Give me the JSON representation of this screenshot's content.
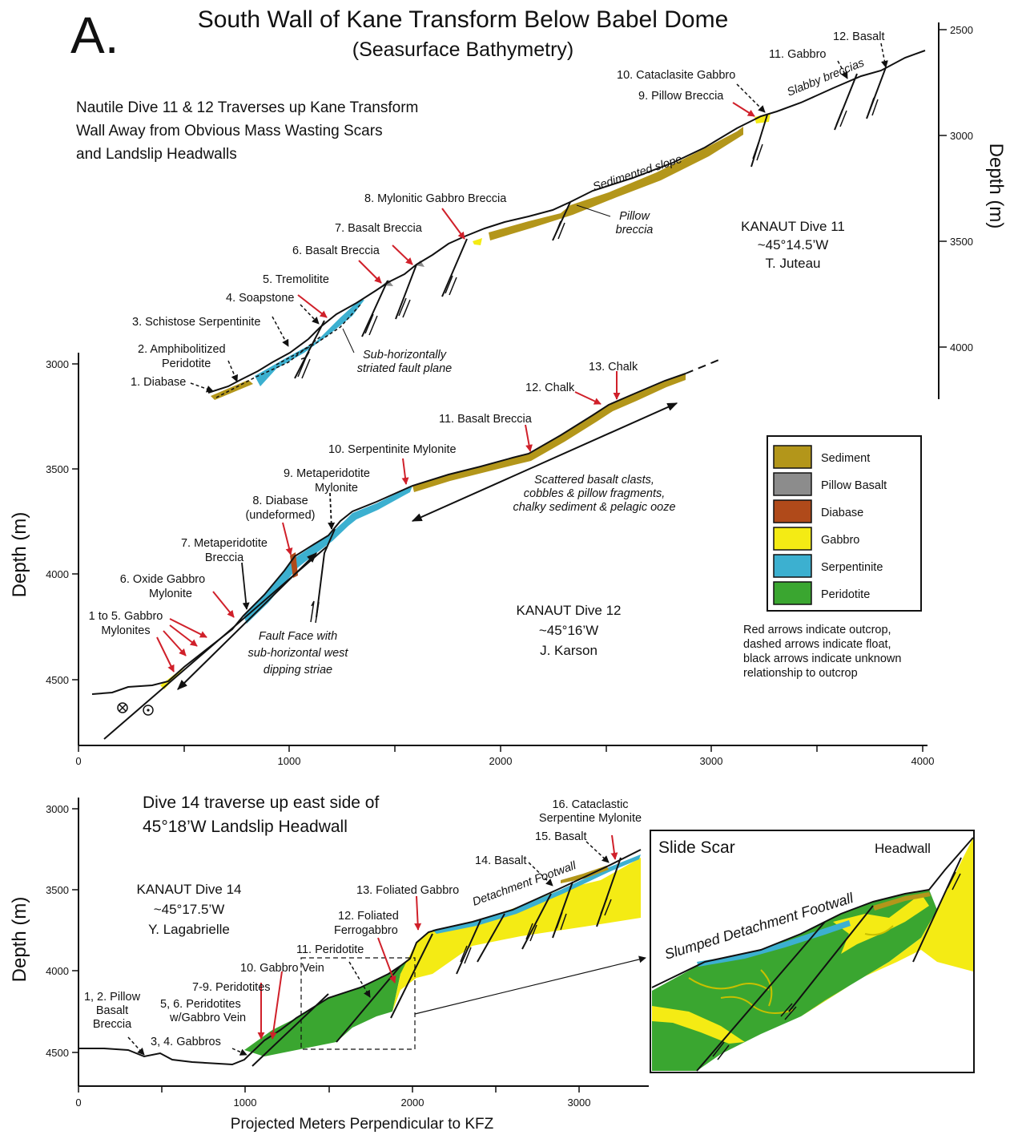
{
  "panel_letter": "A.",
  "title": "South Wall of Kane Transform Below Babel Dome",
  "subtitle": "(Seasurface Bathymetry)",
  "colors": {
    "sediment": "#b3961a",
    "pillow_basalt": "#8c8c8c",
    "diabase": "#b04a1a",
    "gabbro": "#f4eb14",
    "serpentinite": "#3cb0d0",
    "peridotite": "#3aa630",
    "red_arrow": "#d0202a"
  },
  "icons": [
    "arrow-outcrop-icon",
    "arrow-float-icon",
    "arrow-unknown-icon",
    "fault-slip-arrows-icon",
    "into-page-symbol",
    "out-of-page-symbol"
  ],
  "top_axis": {
    "label": "Depth (m)",
    "ticks": [
      "2500",
      "3000",
      "3500",
      "4000"
    ]
  },
  "dive11": {
    "intro_lines": [
      "Nautile Dive 11 & 12 Traverses up Kane Transform",
      "Wall Away from Obvious Mass Wasting Scars",
      "and Landslip Headwalls"
    ],
    "info_lines": [
      "KANAUT Dive 11",
      "~45°14.5’W",
      "T. Juteau"
    ],
    "stations": [
      "12. Basalt",
      "11. Gabbro",
      "10.  Cataclasite Gabbro",
      "9.  Pillow Breccia",
      "8. Mylonitic Gabbro Breccia",
      "7. Basalt Breccia",
      "6. Basalt Breccia",
      "5. Tremolitite",
      "4. Soapstone",
      "3. Schistose Serpentinite"
    ],
    "amphib_lines": [
      "2. Amphibolitized",
      "Peridotite"
    ],
    "diabase": "1. Diabase",
    "slabby": "Slabby breccias",
    "sed_slope": "Sedimented slope",
    "pillow_breccia_lines": [
      "Pillow",
      "breccia"
    ],
    "fault_plane_lines": [
      "Sub-horizontally",
      "striated fault plane"
    ]
  },
  "dive12": {
    "y_label": "Depth (m)",
    "y_ticks": [
      "3000",
      "3500",
      "4000",
      "4500"
    ],
    "x_ticks": [
      "0",
      "1000",
      "2000",
      "3000",
      "4000"
    ],
    "info_lines": [
      "KANAUT Dive 12",
      "~45°16’W",
      "J. Karson"
    ],
    "labels": {
      "chalk13": "13. Chalk",
      "chalk12": "12. Chalk",
      "basalt_breccia": "11. Basalt Breccia",
      "serp_mylonite": "10. Serpentinite Mylonite",
      "metaperid_mylonite": [
        "9.  Metaperidotite",
        "Mylonite"
      ],
      "diabase": [
        "8. Diabase",
        "(undeformed)"
      ],
      "metaperid_breccia": [
        "7. Metaperidotite",
        "Breccia"
      ],
      "oxide_gabbro": [
        "6. Oxide Gabbro",
        "Mylonite"
      ],
      "gabbro_mylonites": [
        "1 to 5. Gabbro",
        "Mylonites"
      ]
    },
    "scattered_lines": [
      "Scattered basalt clasts,",
      "cobbles & pillow fragments,",
      "chalky sediment & pelagic ooze"
    ],
    "fault_face_lines": [
      "Fault Face with",
      "sub-horizontal west",
      "dipping striae"
    ]
  },
  "legend": {
    "items": [
      "Sediment",
      "Pillow Basalt",
      "Diabase",
      "Gabbro",
      "Serpentinite",
      "Peridotite"
    ],
    "note_lines": [
      "Red arrows indicate outcrop,",
      "dashed arrows indicate float,",
      "black arrows indicate unknown",
      "relationship to outcrop"
    ]
  },
  "dive14": {
    "title_lines": [
      "Dive 14 traverse up east side of",
      "45°18’W Landslip Headwall"
    ],
    "info_lines": [
      "KANAUT Dive 14",
      "~45°17.5’W",
      "Y. Lagabrielle"
    ],
    "y_label": "Depth (m)",
    "y_ticks": [
      "3000",
      "3500",
      "4000",
      "4500"
    ],
    "x_ticks": [
      "0",
      "1000",
      "2000",
      "3000"
    ],
    "x_label": "Projected Meters Perpendicular to KFZ",
    "labels": {
      "cat_serp": [
        "16.  Cataclastic",
        "Serpentine Mylonite"
      ],
      "basalt15": "15. Basalt",
      "basalt14": "14. Basalt",
      "detachment": "Detachment Footwall",
      "fol_gabbro": "13. Foliated Gabbro",
      "fol_ferro": [
        "12. Foliated",
        "Ferrogabbro"
      ],
      "peridotite11": "11. Peridotite",
      "gabbro_vein": "10. Gabbro Vein",
      "perid79": "7-9. Peridotites",
      "perid56": [
        "5, 6. Peridotites",
        "w/Gabbro Vein"
      ],
      "gabbros34": "3, 4. Gabbros",
      "pillow12": [
        "1, 2. Pillow",
        "Basalt",
        "Breccia"
      ]
    },
    "inset": {
      "slide_scar": "Slide Scar",
      "headwall": "Headwall",
      "slumped": "Slumped Detachment Footwall"
    }
  }
}
